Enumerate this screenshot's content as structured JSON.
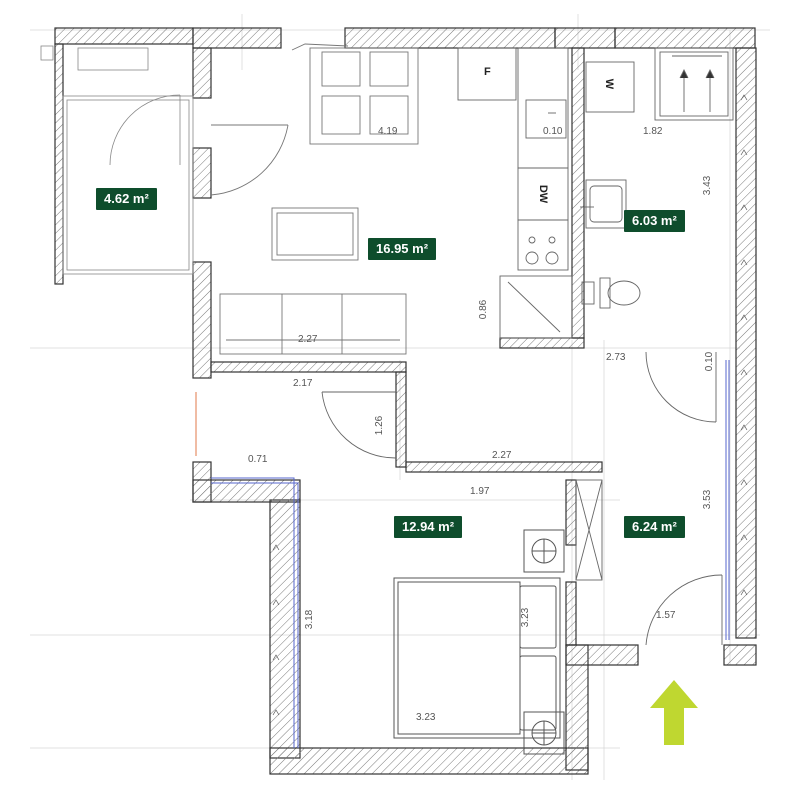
{
  "rooms": {
    "balcony": {
      "area": "4.62 m²"
    },
    "living": {
      "area": "16.95 m²"
    },
    "bathroom": {
      "area": "6.03 m²"
    },
    "bedroom": {
      "area": "12.94 m²"
    },
    "hall": {
      "area": "6.24 m²"
    }
  },
  "dimensions": {
    "living_top_width": "4.19",
    "kitchen_gap": "0.10",
    "bath_width": "1.82",
    "bath_height": "3.43",
    "counter_depth": "0.86",
    "sofa_width": "2.27",
    "hall_top": "2.73",
    "wall_gap": "0.10",
    "corridor_width": "2.17",
    "corridor_door": "1.26",
    "closet_width": "0.71",
    "bedroom_top": "2.27",
    "bedroom_inner": "1.97",
    "hall_height": "3.53",
    "bedroom_height": "3.18",
    "bed_length": "3.23",
    "bedroom_bottom": "3.23",
    "entry_width": "1.57"
  },
  "fixtures": {
    "fridge": "F",
    "washer": "W",
    "dishwasher": "DW"
  },
  "colors": {
    "badge_bg": "#0e4d2c",
    "badge_text": "#ffffff",
    "wall": "#333333",
    "hatch": "#777777",
    "entry_arrow": "#bfd730",
    "window_line": "#5566cc"
  },
  "icons": {
    "entry": "entry-arrow-icon"
  }
}
